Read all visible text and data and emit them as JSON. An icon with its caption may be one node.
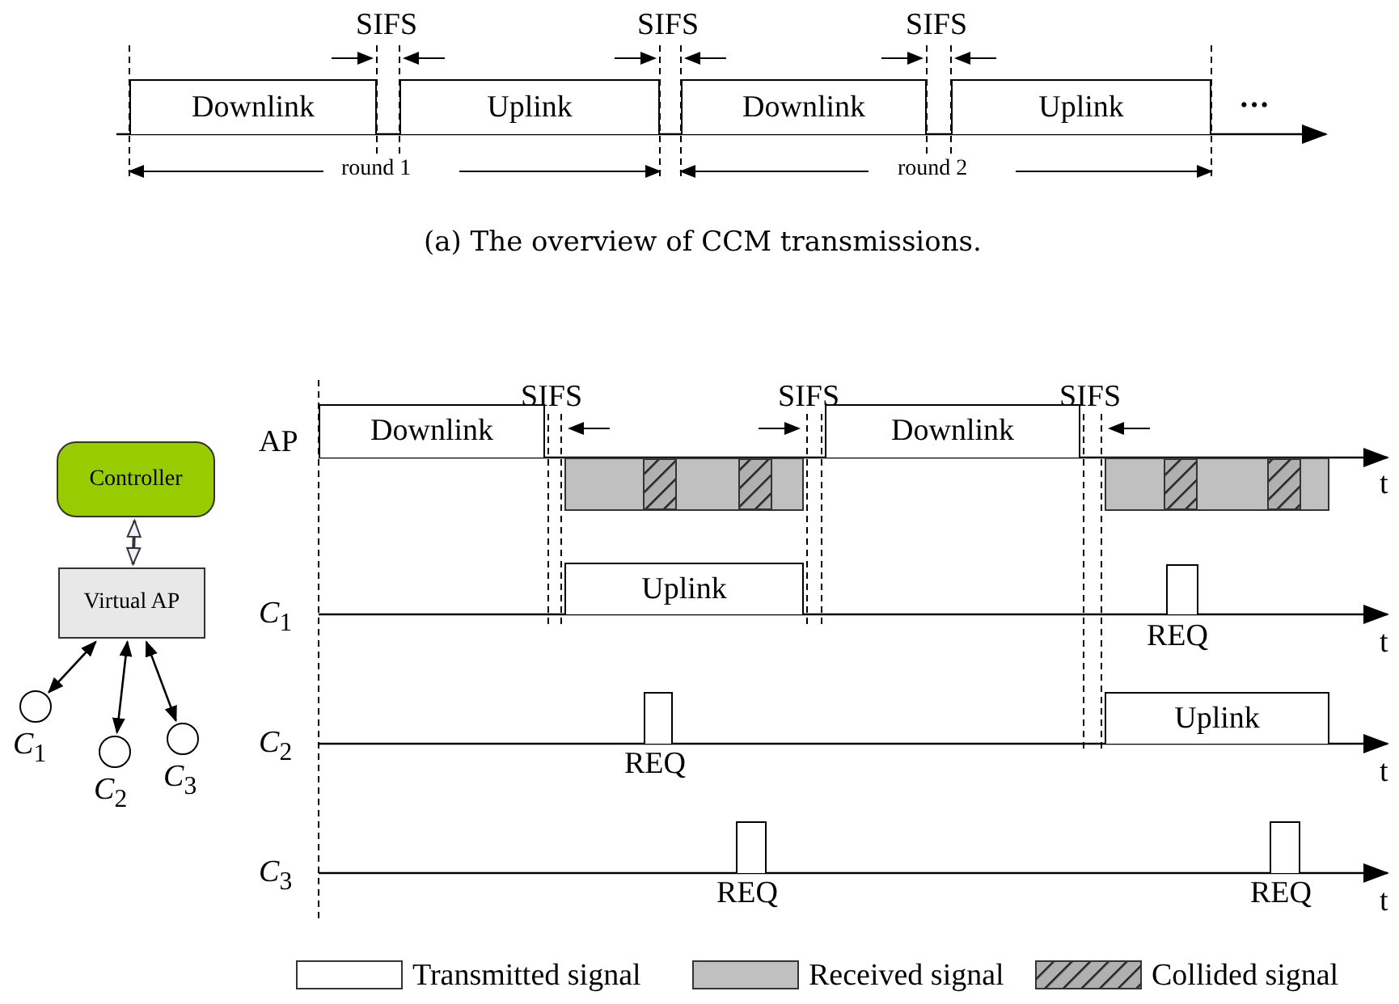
{
  "diagram": {
    "caption": "(a) The overview of CCM transmissions.",
    "nodes": [
      {
        "text": [
          "Downlink"
        ]
      },
      {
        "text": [
          "Uplink"
        ]
      },
      {
        "text": [
          "Downlink"
        ]
      },
      {
        "text": [
          "Uplink"
        ]
      },
      {
        "text": [
          "Controller"
        ]
      },
      {
        "text": [
          "Virtual AP"
        ]
      },
      {
        "text": [
          "Downlink"
        ]
      },
      {
        "text": [],
        "shape": "bar"
      },
      {
        "text": [
          "Downlink"
        ]
      },
      {
        "text": [],
        "shape": "bar"
      },
      {
        "text": [
          "Uplink"
        ]
      },
      {
        "text": [],
        "shape": "bar",
        "beside": [
          "REQ"
        ]
      },
      {
        "text": [],
        "shape": "bar",
        "beside": [
          "REQ"
        ]
      },
      {
        "text": [
          "Uplink"
        ]
      },
      {
        "text": [],
        "shape": "bar",
        "beside": [
          "REQ"
        ]
      },
      {
        "text": [],
        "shape": "bar",
        "beside": [
          "REQ"
        ]
      },
      {
        "text": [],
        "shape": "circle",
        "beside": [
          "*C*$_{1}$"
        ]
      },
      {
        "text": [],
        "shape": "circle",
        "beside": [
          "*C*$_{2}$"
        ]
      },
      {
        "text": [],
        "shape": "circle",
        "beside": [
          "*C*$_{3}$"
        ]
      }
    ],
    "edges": [
      {
        "from": 4,
        "to": 5,
        "arrow": "both"
      },
      {
        "from": 5,
        "to": 16,
        "arrow": "both"
      },
      {
        "from": 5,
        "to": 17,
        "arrow": "both"
      },
      {
        "from": 5,
        "to": 18,
        "arrow": "both"
      }
    ],
    "labels": [
      "SIFS",
      "SIFS",
      "SIFS",
      "···",
      "round 1",
      "round 2",
      "SIFS",
      "SIFS",
      "SIFS",
      "AP",
      "t",
      "*C*$_{1}$",
      "t",
      "*C*$_{2}$",
      "t",
      "*C*$_{3}$",
      "t"
    ],
    "legend": [
      {
        "text": "Transmitted signal",
        "color": "#ffffff"
      },
      {
        "text": "Received signal",
        "color": "#c0c0c0"
      },
      {
        "text": "Collided signal"
      }
    ]
  }
}
